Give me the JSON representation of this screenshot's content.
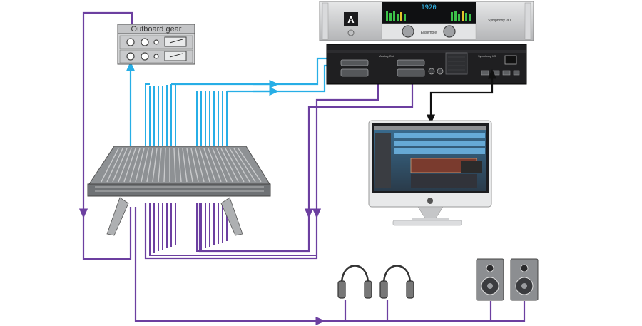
{
  "outboard_gear": {
    "label": "Outboard gear"
  },
  "interface": {
    "front_display": "1920",
    "brand_name": "Symphony I/O",
    "brand_logo": "A",
    "left_knob_label": "Ensemble",
    "rear_labels": [
      "Symphony I/O",
      "Analog Out"
    ]
  },
  "colors": {
    "blue_signal": "#27aee6",
    "purple_signal": "#6c3fa0",
    "chassis_silver": "#c8c9cb",
    "chassis_black": "#1f1f21",
    "console_gray": "#8e9194"
  },
  "icons": [
    "apogee-logo-icon",
    "apple-logo-icon",
    "headphones-icon",
    "speaker-icon",
    "mixing-console-icon",
    "imac-icon",
    "keyboard-icon"
  ]
}
